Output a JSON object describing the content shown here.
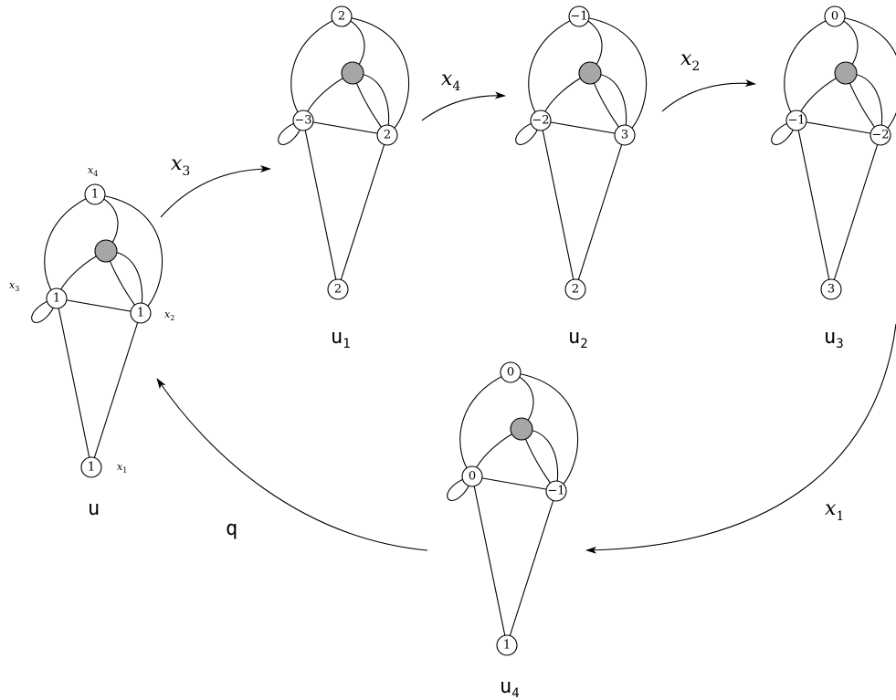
{
  "graphs": [
    {
      "id": "u",
      "name": "u",
      "sub": "",
      "nodes": [
        "1",
        "1",
        "1",
        "1"
      ]
    },
    {
      "id": "u1",
      "name": "u",
      "sub": "1",
      "nodes": [
        "2",
        "−3",
        "2",
        "2"
      ]
    },
    {
      "id": "u2",
      "name": "u",
      "sub": "2",
      "nodes": [
        "−1",
        "−2",
        "3",
        "2"
      ]
    },
    {
      "id": "u3",
      "name": "u",
      "sub": "3",
      "nodes": [
        "0",
        "−1",
        "−2",
        "3"
      ]
    },
    {
      "id": "u4",
      "name": "u",
      "sub": "4",
      "nodes": [
        "0",
        "0",
        "−1",
        "1"
      ]
    }
  ],
  "vertex_labels": [
    {
      "base": "x",
      "sub": "4"
    },
    {
      "base": "x",
      "sub": "3"
    },
    {
      "base": "x",
      "sub": "2"
    },
    {
      "base": "x",
      "sub": "1"
    }
  ],
  "arrows": [
    {
      "id": "a-x3",
      "base": "x",
      "sub": "3"
    },
    {
      "id": "a-x4",
      "base": "x",
      "sub": "4"
    },
    {
      "id": "a-x2",
      "base": "x",
      "sub": "2"
    },
    {
      "id": "a-x1",
      "base": "x",
      "sub": "1"
    },
    {
      "id": "a-q",
      "base": "q",
      "sub": ""
    }
  ]
}
